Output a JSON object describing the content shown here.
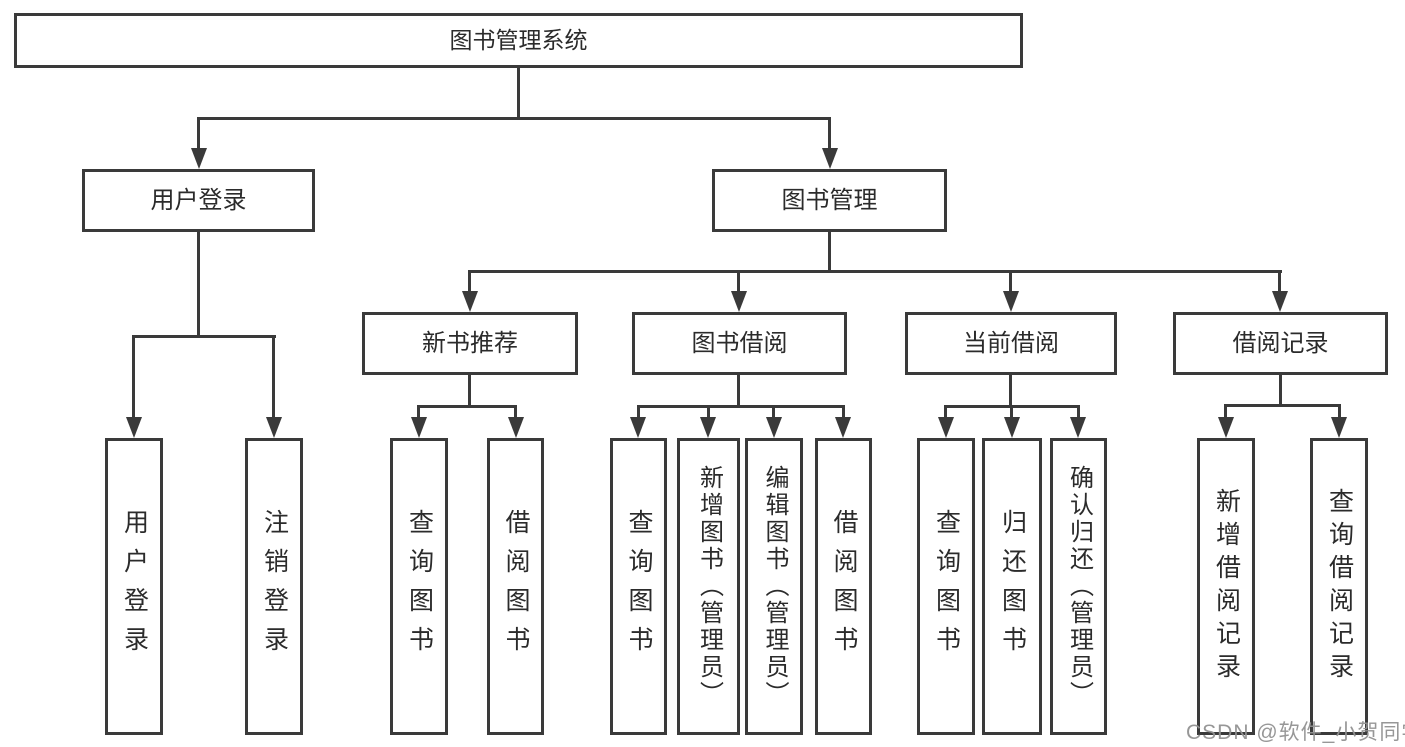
{
  "diagram": {
    "root": "图书管理系统",
    "level2": [
      {
        "label": "用户登录"
      },
      {
        "label": "图书管理"
      }
    ],
    "level3": [
      {
        "label": "新书推荐"
      },
      {
        "label": "图书借阅"
      },
      {
        "label": "当前借阅"
      },
      {
        "label": "借阅记录"
      }
    ],
    "leaves": [
      {
        "label": "用户登录"
      },
      {
        "label": "注销登录"
      },
      {
        "label": "查询图书"
      },
      {
        "label": "借阅图书"
      },
      {
        "label": "查询图书"
      },
      {
        "label": "新增图书（管理员）"
      },
      {
        "label": "编辑图书（管理员）"
      },
      {
        "label": "借阅图书"
      },
      {
        "label": "查询图书"
      },
      {
        "label": "归还图书"
      },
      {
        "label": "确认归还（管理员）"
      },
      {
        "label": "新增借阅记录"
      },
      {
        "label": "查询借阅记录"
      }
    ],
    "colors": {
      "line": "#3a3a3a",
      "text": "#2b2b2b",
      "background": "#ffffff",
      "watermark": "#919191"
    }
  },
  "watermark": "CSDN @软件_小贺同学"
}
